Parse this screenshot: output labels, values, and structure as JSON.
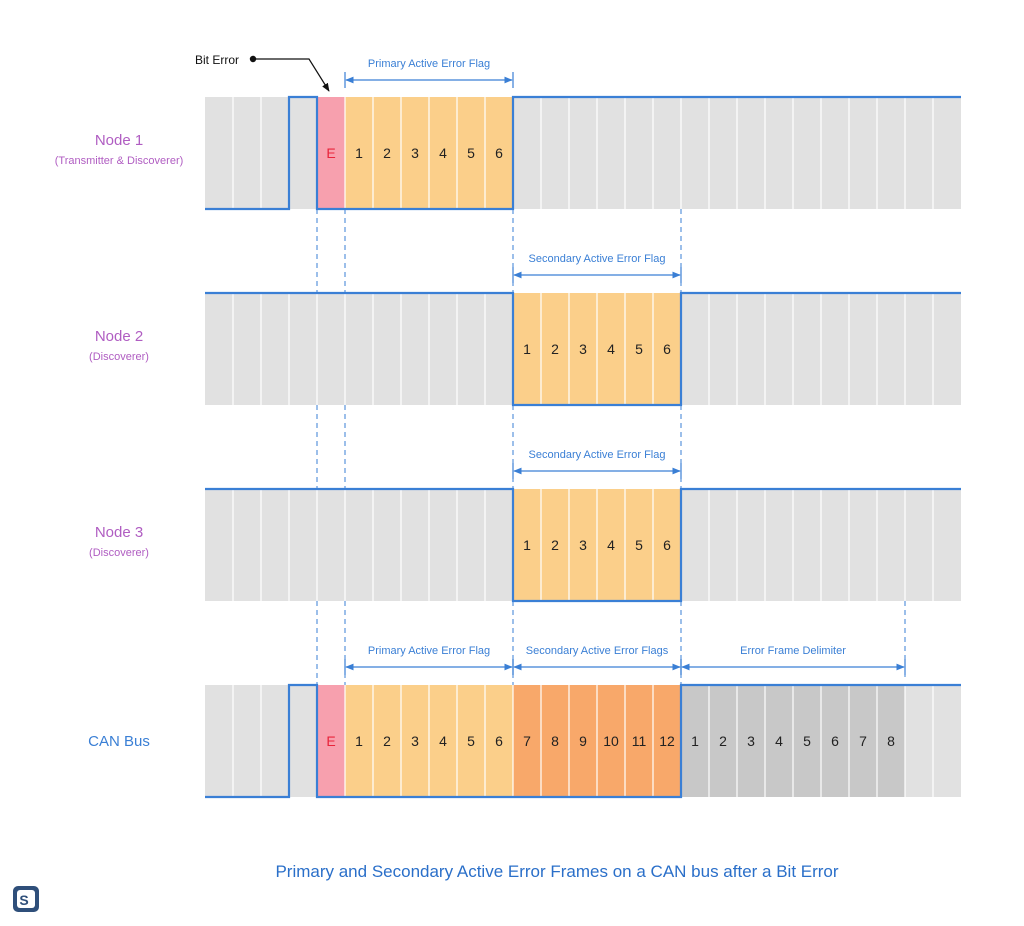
{
  "lanes": [
    {
      "name": "Node 1",
      "role": "(Transmitter & Discoverer)",
      "type": "node1"
    },
    {
      "name": "Node 2",
      "role": "(Discoverer)",
      "type": "node2"
    },
    {
      "name": "Node 3",
      "role": "(Discoverer)",
      "type": "node3"
    },
    {
      "name": "CAN Bus",
      "role": "",
      "type": "bus"
    }
  ],
  "error_bit_label": "E",
  "primary_flag_bits": [
    "1",
    "2",
    "3",
    "4",
    "5",
    "6"
  ],
  "secondary_flag_bits_node": [
    "1",
    "2",
    "3",
    "4",
    "5",
    "6"
  ],
  "secondary_flag_bits_bus": [
    "7",
    "8",
    "9",
    "10",
    "11",
    "12"
  ],
  "delimiter_bits": [
    "1",
    "2",
    "3",
    "4",
    "5",
    "6",
    "7",
    "8"
  ],
  "annotations": {
    "bit_error": "Bit Error",
    "primary_flag": "Primary Active Error Flag",
    "secondary_flag": "Secondary Active Error Flag",
    "secondary_flags": "Secondary Active Error Flags",
    "delimiter": "Error Frame Delimiter"
  },
  "caption": "Primary and Secondary Active Error Frames on a CAN bus after a Bit Error",
  "logo_text": "S",
  "colors": {
    "grid_fill": "#e1e1e1",
    "grid_line": "#ffffff",
    "signal": "#3a7fd5",
    "error_bit": "#f7a0ae",
    "primary_flag": "#fbcf8a",
    "secondary_flag_bus": "#f8a86a",
    "delimiter": "#c8c8c8",
    "label_purple": "#b05dc2",
    "label_blue": "#3a7fd5"
  }
}
